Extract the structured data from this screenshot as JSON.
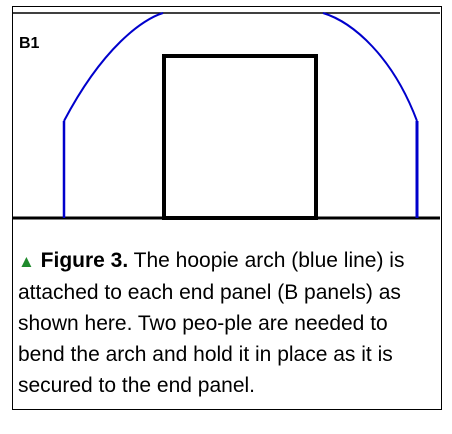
{
  "panel": {
    "label": "B1"
  },
  "diagram": {
    "colors": {
      "arch": "#0000cc",
      "panel_outline": "#000000",
      "ground": "#000000",
      "frame": "#000000"
    },
    "elements": [
      "hoopie-arch",
      "end-panel",
      "arch-legs",
      "ground-line"
    ]
  },
  "caption": {
    "arrow_icon": "▲",
    "arrow_color": "#1f8a2c",
    "label": "Figure 3.",
    "text": "  The hoopie arch (blue line) is attached to each end panel (B panels) as shown here.  Two peo-ple are needed to bend the arch and hold it in place as it is secured to the end panel."
  }
}
